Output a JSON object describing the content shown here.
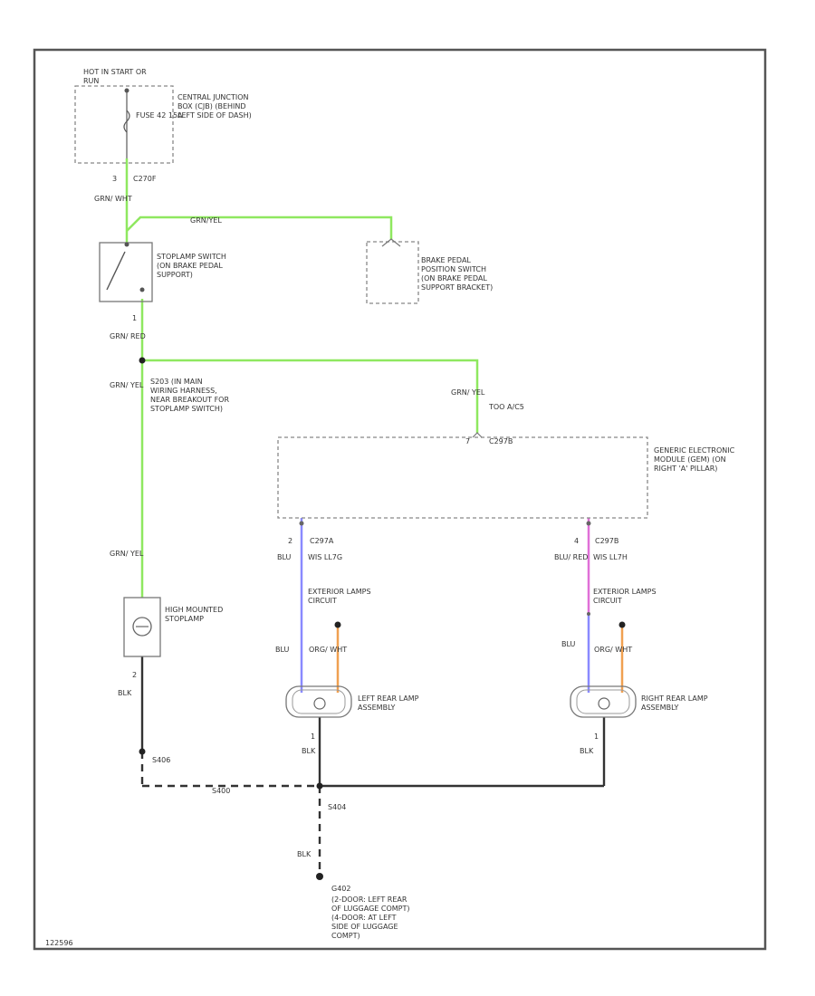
{
  "colors": {
    "green_wire": "#8fe860",
    "blue_wire": "#8a8aff",
    "pink_wire": "#e070d8",
    "orange_wire": "#f0a050",
    "ground_wire": "#333333",
    "border": "#555555"
  },
  "power": {
    "label": "HOT IN START OR RUN",
    "fuse_label": "FUSE 42 15A",
    "junction_box": "CENTRAL JUNCTION BOX (CJB) (BEHIND LEFT SIDE OF DASH)",
    "pin": "3",
    "connector": "C270F"
  },
  "wire_labels": {
    "grn_wht": "GRN/ WHT",
    "grn_yel_top": "GRN/YEL",
    "grn_red": "GRN/ RED",
    "grn_yel_left": "GRN/ YEL",
    "grn_yel_mid": "GRN/ YEL",
    "grn_yel_lower": "GRN/ YEL",
    "blu_left": "BLU",
    "blu_left_lower": "BLU",
    "blu_red_right": "BLU/ RED",
    "blu_right_lower": "BLU",
    "org_wht_left": "ORG/ WHT",
    "org_wht_right": "ORG/ WHT",
    "blk_stop": "BLK",
    "blk_left": "BLK",
    "blk_right": "BLK",
    "blk_bottom": "BLK"
  },
  "stoplamp_switch": {
    "label": "STOPLAMP SWITCH (ON BRAKE PEDAL SUPPORT)",
    "pin_out": "1"
  },
  "brake_pedal_switch": {
    "label": "BRAKE PEDAL POSITION SWITCH (ON BRAKE PEDAL SUPPORT BRACKET)"
  },
  "splice": {
    "label": "S203 (IN MAIN WIRING HARNESS, NEAR BREAKOUT FOR STOPLAMP SWITCH)"
  },
  "gem": {
    "label": "GENERIC ELECTRONIC MODULE (GEM) (ON RIGHT 'A' PILLAR)",
    "input_pin": "7",
    "input_connector": "C297B",
    "input_note": "TOO A/C5",
    "left_pin": "2",
    "left_connector": "C297A",
    "left_note": "WIS LL7G",
    "right_pin": "4",
    "right_connector": "C297B",
    "right_note": "WIS LL7H"
  },
  "high_mount": {
    "label": "HIGH MOUNTED STOPLAMP",
    "pin_ground": "2"
  },
  "left_lamp": {
    "circuit_label": "EXTERIOR LAMPS CIRCUIT",
    "label": "LEFT REAR LAMP ASSEMBLY",
    "pin": "1"
  },
  "right_lamp": {
    "circuit_label": "EXTERIOR LAMPS CIRCUIT",
    "label": "RIGHT REAR LAMP ASSEMBLY",
    "pin": "1"
  },
  "grounds": {
    "s_left": "S406",
    "s_center": "S404",
    "splice_mid": "S400",
    "ground_point": "G402",
    "ground_desc": "(2-DOOR: LEFT REAR OF LUGGAGE COMPT) (4-DOOR: AT LEFT SIDE OF LUGGAGE COMPT)"
  },
  "footer": {
    "figure_id": "122596"
  }
}
